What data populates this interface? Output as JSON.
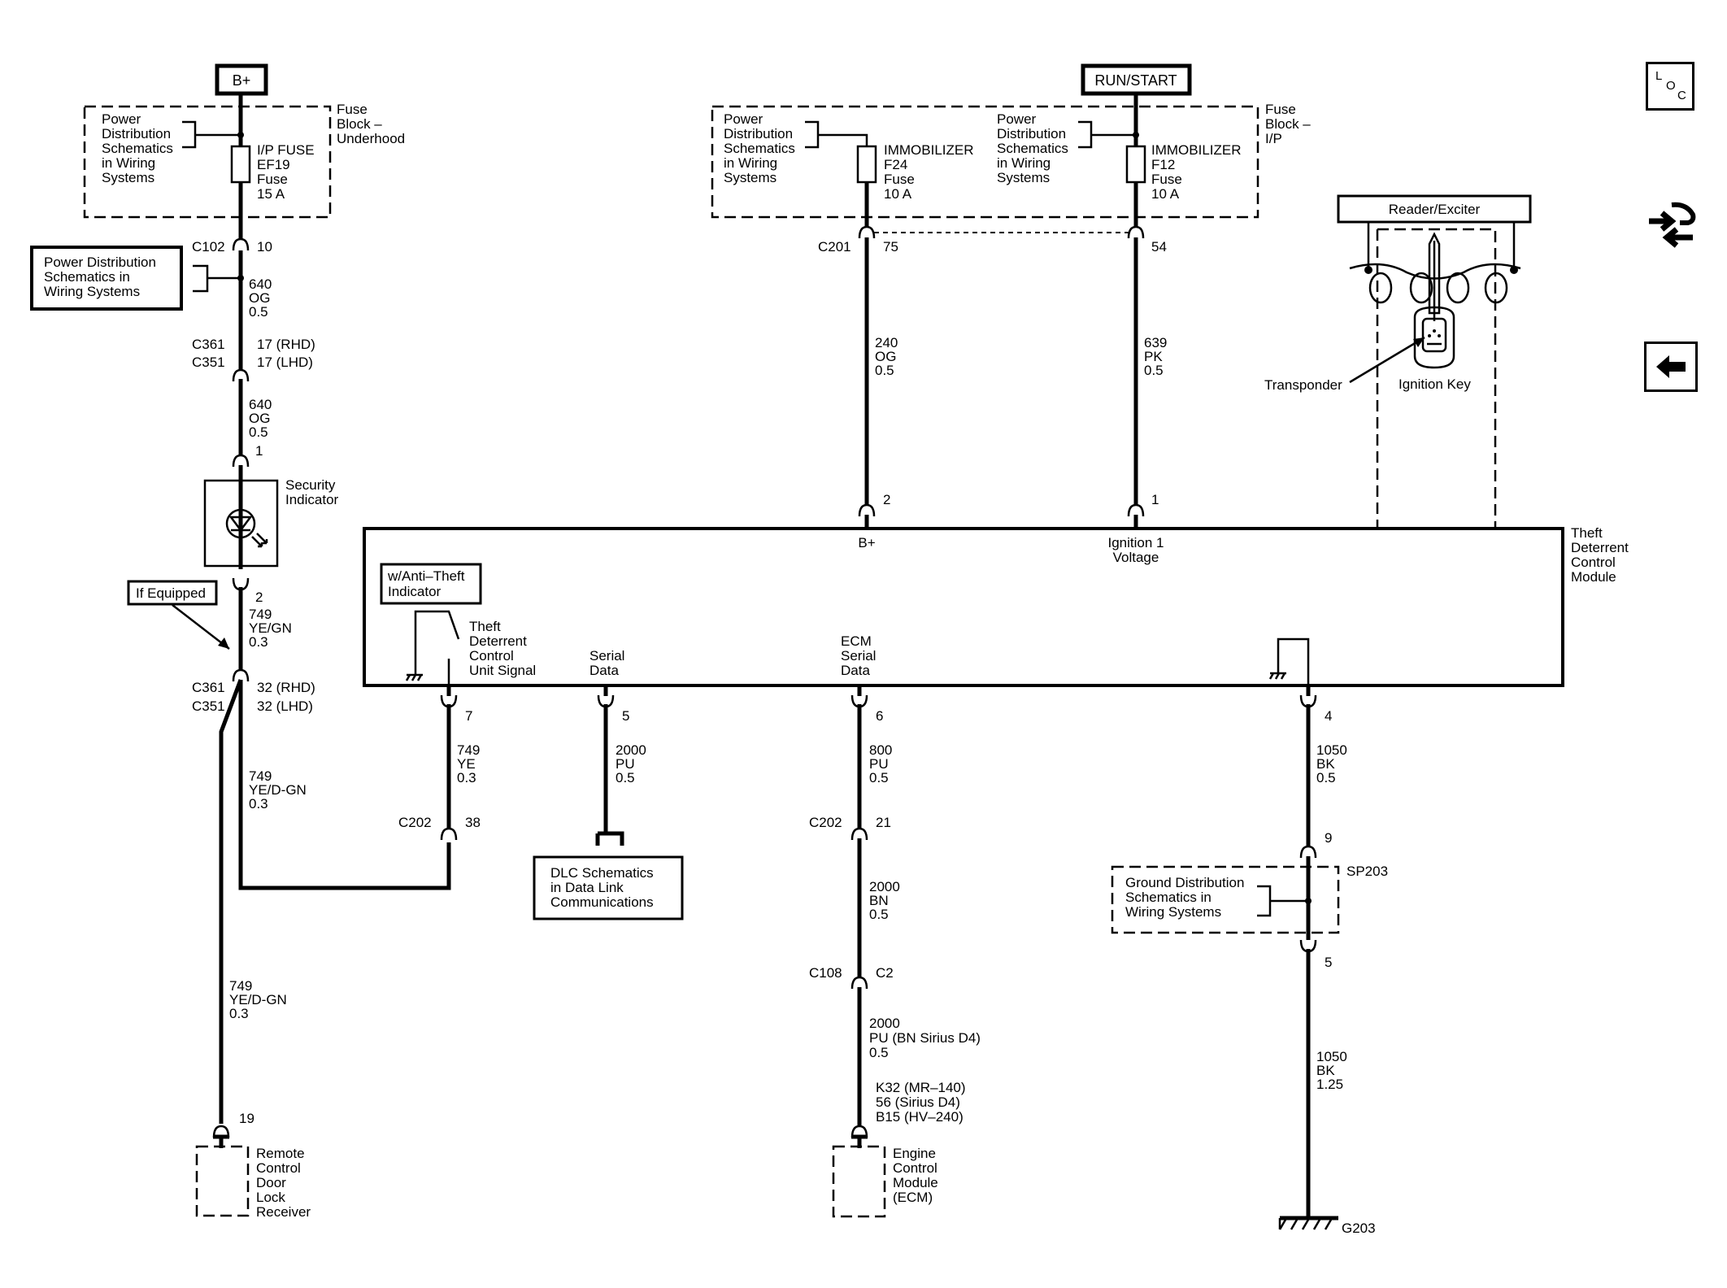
{
  "power_sources": {
    "bplus": "B+",
    "run_start": "RUN/START"
  },
  "fuse_block_underhood": {
    "pd_lines": [
      "Power",
      "Distribution",
      "Schematics",
      "in Wiring",
      "Systems"
    ],
    "block_lines": [
      "Fuse",
      "Block –",
      "Underhood"
    ],
    "fuse_lines": [
      "I/P FUSE",
      "EF19",
      "Fuse",
      "15 A"
    ]
  },
  "fuse_block_ip": {
    "pd_lines": [
      "Power",
      "Distribution",
      "Schematics",
      "in Wiring",
      "Systems"
    ],
    "block_lines": [
      "Fuse",
      "Block –",
      "I/P"
    ],
    "fuse_f24_lines": [
      "IMMOBILIZER",
      "F24",
      "Fuse",
      "10 A"
    ],
    "fuse_f12_lines": [
      "IMMOBILIZER",
      "F12",
      "Fuse",
      "10 A"
    ]
  },
  "pd_box_left": [
    "Power Distribution",
    "Schematics in",
    "Wiring Systems"
  ],
  "connectors": {
    "c102": "C102",
    "c102_pin": "10",
    "c361_a": "C361",
    "c351_a": "C351",
    "pin_17_rhd": "17 (RHD)",
    "pin_17_lhd": "17 (LHD)",
    "pin_1_indicator": "1",
    "pin_2_indicator": "2",
    "c361_b": "C361",
    "c351_b": "C351",
    "pin_32_rhd": "32 (RHD)",
    "pin_32_lhd": "32 (LHD)",
    "c201": "C201",
    "c201_pin75": "75",
    "c201_pin54": "54",
    "tdcm_pin2": "2",
    "tdcm_pin1": "1",
    "tdcm_pin7": "7",
    "tdcm_pin5": "5",
    "tdcm_pin6": "6",
    "tdcm_pin4": "4",
    "c202_a": "C202",
    "c202_pin38": "38",
    "c202_b": "C202",
    "c202_pin21": "21",
    "c108": "C108",
    "c108_pin": "C2",
    "sp203_pin9": "9",
    "sp203": "SP203",
    "sp203_pin5": "5",
    "rcdlr_pin": "19"
  },
  "wires": {
    "w640_a": [
      "640",
      "OG",
      "0.5"
    ],
    "w640_b": [
      "640",
      "OG",
      "0.5"
    ],
    "w749_ye_gn": [
      "749",
      "YE/GN",
      "0.3"
    ],
    "w749_ye_dgn_a": [
      "749",
      "YE/D-GN",
      "0.3"
    ],
    "w749_ye_dgn_b": [
      "749",
      "YE/D-GN",
      "0.3"
    ],
    "w240": [
      "240",
      "OG",
      "0.5"
    ],
    "w639": [
      "639",
      "PK",
      "0.5"
    ],
    "w749_ye": [
      "749",
      "YE",
      "0.3"
    ],
    "w2000_pu": [
      "2000",
      "PU",
      "0.5"
    ],
    "w800": [
      "800",
      "PU",
      "0.5"
    ],
    "w2000_bn": [
      "2000",
      "BN",
      "0.5"
    ],
    "w2000_pu_sirius": [
      "2000",
      "PU (BN Sirius D4)",
      "0.5"
    ],
    "w1050_a": [
      "1050",
      "BK",
      "0.5"
    ],
    "w1050_b": [
      "1050",
      "BK",
      "1.25"
    ]
  },
  "labels": {
    "security_indicator": [
      "Security",
      "Indicator"
    ],
    "if_equipped": "If Equipped",
    "reader_exciter": "Reader/Exciter",
    "transponder": "Transponder",
    "ignition_key": "Ignition Key",
    "tdcm": [
      "Theft",
      "Deterrent",
      "Control",
      "Module"
    ],
    "tdcm_bplus": "B+",
    "tdcm_ign": [
      "Ignition 1",
      "Voltage"
    ],
    "anti_theft": [
      "w/Anti–Theft",
      "Indicator"
    ],
    "tdcu_signal": [
      "Theft",
      "Deterrent",
      "Control",
      "Unit Signal"
    ],
    "serial_data": [
      "Serial",
      "Data"
    ],
    "ecm_serial": [
      "ECM",
      "Serial",
      "Data"
    ],
    "dlc": [
      "DLC Schematics",
      "in Data Link",
      "Communications"
    ],
    "gd_box": [
      "Ground Distribution",
      "Schematics in",
      "Wiring Systems"
    ],
    "ecm_pins": [
      "K32 (MR–140)",
      "56 (Sirius D4)",
      "B15 (HV–240)"
    ],
    "ecm": [
      "Engine",
      "Control",
      "Module",
      "(ECM)"
    ],
    "rcdlr": [
      "Remote",
      "Control",
      "Door",
      "Lock",
      "Receiver"
    ],
    "g203": "G203"
  },
  "nav": {
    "loc_l": "L",
    "loc_o": "O",
    "loc_c": "C",
    "arrows_icon": "connector-route-icon",
    "back_icon": "back-arrow-icon"
  }
}
